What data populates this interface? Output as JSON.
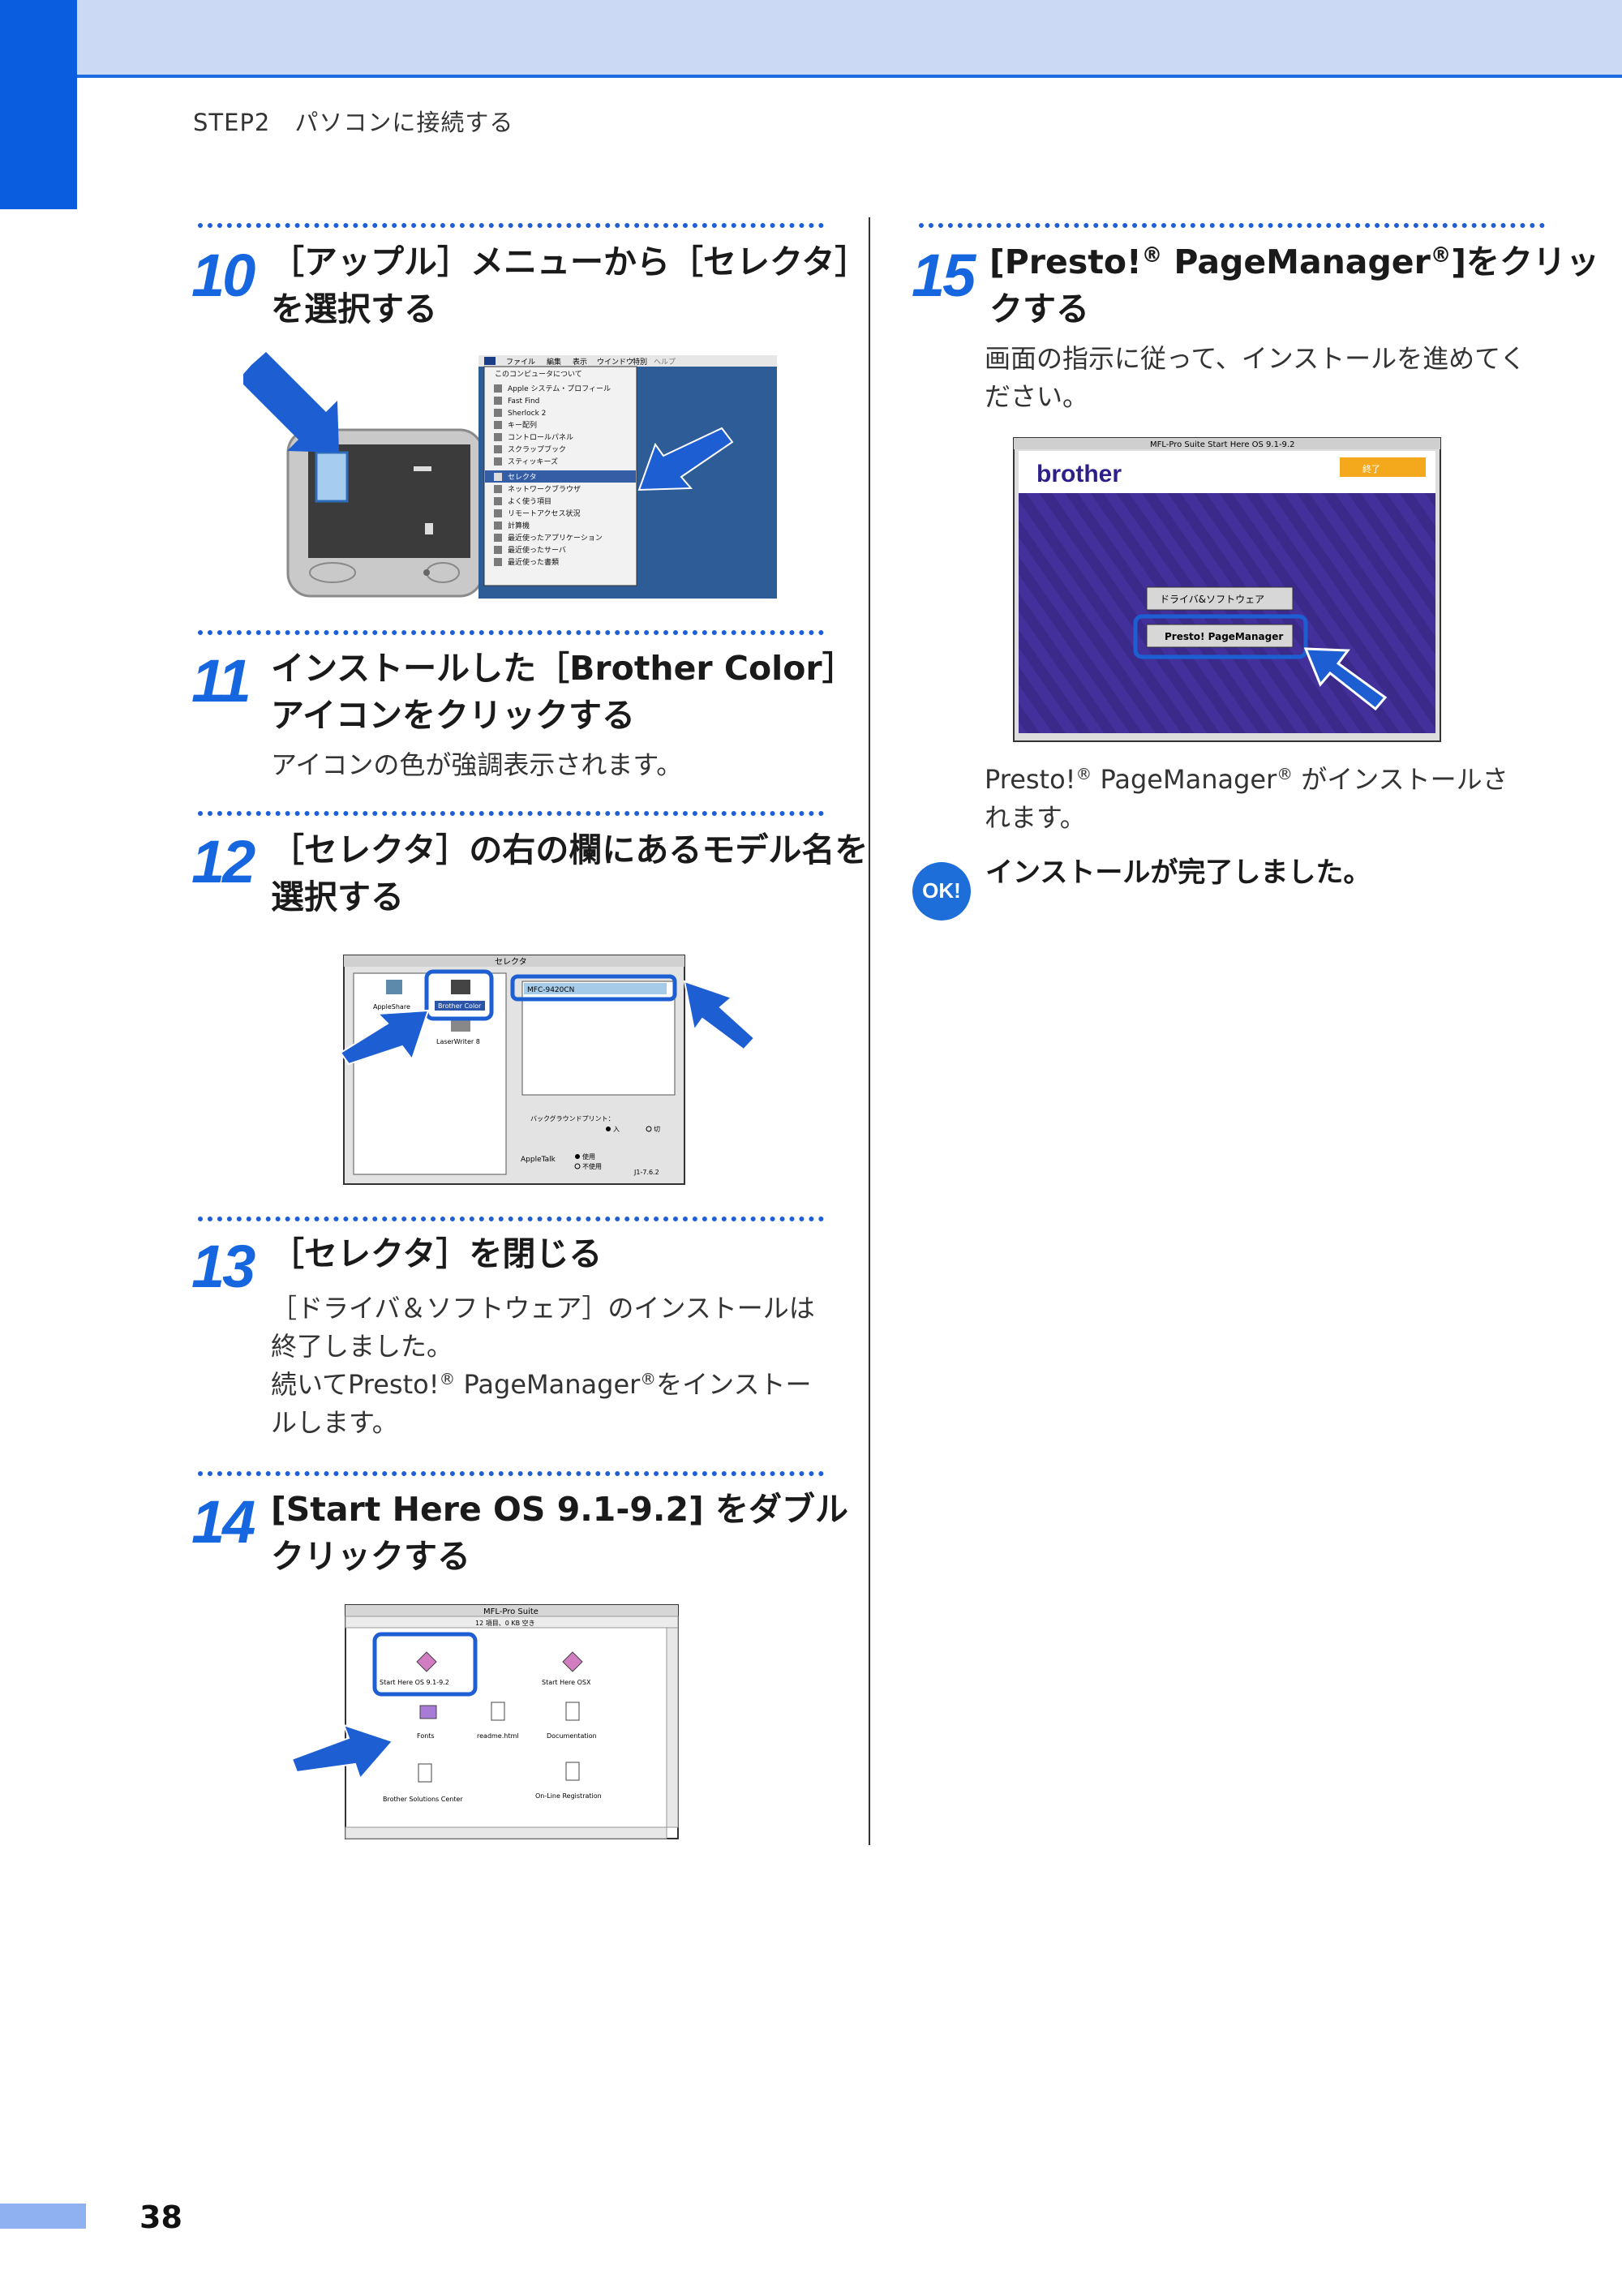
{
  "header": {
    "step_label": "STEP2　パソコンに接続する"
  },
  "page_number": "38",
  "steps": [
    {
      "num": "10",
      "title_line1": "［アップル］メニューから［セレクタ］",
      "title_line2": "を選択する"
    },
    {
      "num": "11",
      "title_line1": "インストールした［Brother Color］",
      "title_line2": "アイコンをクリックする",
      "body": "アイコンの色が強調表示されます。"
    },
    {
      "num": "12",
      "title_line1": "［セレクタ］の右の欄にあるモデル名を",
      "title_line2": "選択する"
    },
    {
      "num": "13",
      "title_line1": "［セレクタ］を閉じる",
      "body_line1": "［ドライバ＆ソフトウェア］のインストールは",
      "body_line2": "終了しました。",
      "body_line3a": "続いてPresto!",
      "body_line3b": " PageManager",
      "body_line3c": "をインストー",
      "body_line4": "ルします。"
    },
    {
      "num": "14",
      "title_line1": "[Start Here OS 9.1-9.2] をダブル",
      "title_line2": "クリックする"
    },
    {
      "num": "15",
      "title_line1a": "[Presto!",
      "title_line1b": " PageManager",
      "title_line1c": "]をクリッ",
      "title_line2": "クする",
      "body_line1": "画面の指示に従って、インストールを進めてく",
      "body_line2": "ださい。",
      "body2_a": "Presto!",
      "body2_b": " PageManager",
      "body2_c": " がインストールさ",
      "body2_line2": "れます。"
    }
  ],
  "registered_mark": "®",
  "ok_badge": "OK!",
  "ok_text": "インストールが完了しました。",
  "screenshots": {
    "apple_menu": {
      "menubar": [
        "ファイル",
        "編集",
        "表示",
        "ウインドウ",
        "特別",
        "ヘルプ"
      ],
      "items": [
        "このコンピュータについて",
        "Apple システム・プロフィール",
        "Fast Find",
        "Sherlock 2",
        "キー配列",
        "コントロールパネル",
        "スクラップブック",
        "スティッキーズ",
        "セレクタ",
        "ネットワークブラウザ",
        "よく使う項目",
        "リモートアクセス状況",
        "計算機",
        "最近使ったアプリケーション",
        "最近使ったサーバ",
        "最近使った書類"
      ]
    },
    "chooser": {
      "title": "セレクタ",
      "icons": [
        "AppleShare",
        "Brother Color",
        "LaserWriter 8"
      ],
      "model": "MFC-9420CN",
      "background_print": "バックグラウンドプリント：",
      "bg_on": "入",
      "bg_off": "切",
      "appletalk": "AppleTalk",
      "at_on": "使用",
      "at_off": "不使用",
      "version": "J1-7.6.2"
    },
    "folder": {
      "title": "MFL-Pro Suite",
      "info": "12 項目、0 KB 空き",
      "items": [
        "Start Here OS 9.1-9.2",
        "Start Here OSX",
        "Fonts",
        "readme.html",
        "Documentation",
        "Brother Solutions Center",
        "On-Line Registration"
      ]
    },
    "installer": {
      "title": "MFL-Pro Suite Start Here OS 9.1-9.2",
      "logo": "brother",
      "exit": "終了",
      "btn1": "ドライバ&ソフトウェア",
      "btn2": "Presto! PageManager"
    }
  },
  "colors": {
    "accent": "#1666e0",
    "header_band": "#ccd9f5",
    "mac_blue": "#2e5c96",
    "installer_purple": "#3c2a8a"
  }
}
